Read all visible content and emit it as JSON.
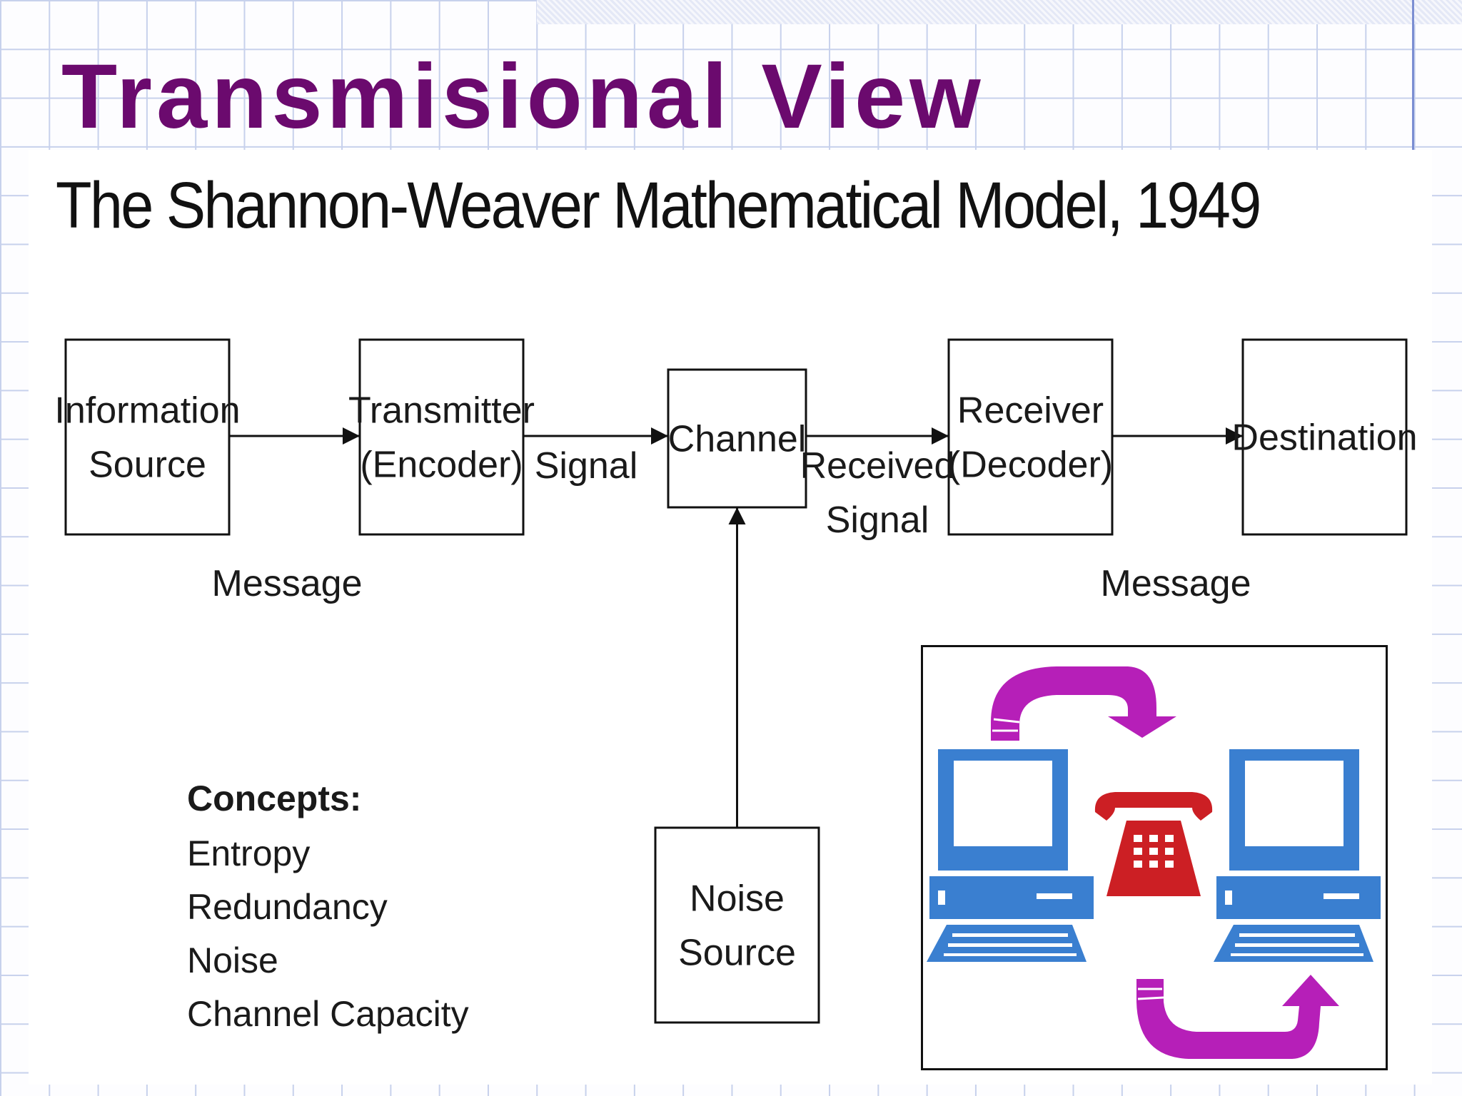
{
  "slide": {
    "title": "Transmisional View",
    "subtitle": "The Shannon-Weaver Mathematical Model, 1949"
  },
  "diagram": {
    "nodes": [
      {
        "id": "information-source",
        "lines": [
          "Information",
          "Source"
        ]
      },
      {
        "id": "transmitter",
        "lines": [
          "Transmitter",
          "(Encoder)"
        ]
      },
      {
        "id": "channel",
        "lines": [
          "Channel"
        ]
      },
      {
        "id": "receiver",
        "lines": [
          "Receiver",
          "(Decoder)"
        ]
      },
      {
        "id": "destination",
        "lines": [
          "Destination"
        ]
      },
      {
        "id": "noise-source",
        "lines": [
          "Noise",
          "Source"
        ]
      }
    ],
    "edges": [
      {
        "from": "information-source",
        "to": "transmitter",
        "label": [
          "Message"
        ]
      },
      {
        "from": "transmitter",
        "to": "channel",
        "label": [
          "Signal"
        ]
      },
      {
        "from": "channel",
        "to": "receiver",
        "label": [
          "Received",
          "Signal"
        ]
      },
      {
        "from": "receiver",
        "to": "destination",
        "label": [
          "Message"
        ]
      },
      {
        "from": "noise-source",
        "to": "channel",
        "label": []
      }
    ]
  },
  "concepts": {
    "heading": "Concepts:",
    "items": [
      "Entropy",
      "Redundancy",
      "Noise",
      "Channel Capacity"
    ]
  },
  "illustration": {
    "icons": [
      "computer-icon",
      "telephone-icon",
      "computer-icon",
      "curved-arrow-icon",
      "curved-arrow-icon"
    ],
    "colors": {
      "computer": "#3a7fd0",
      "telephone": "#cc1f24",
      "arrow": "#b61fb8"
    }
  }
}
